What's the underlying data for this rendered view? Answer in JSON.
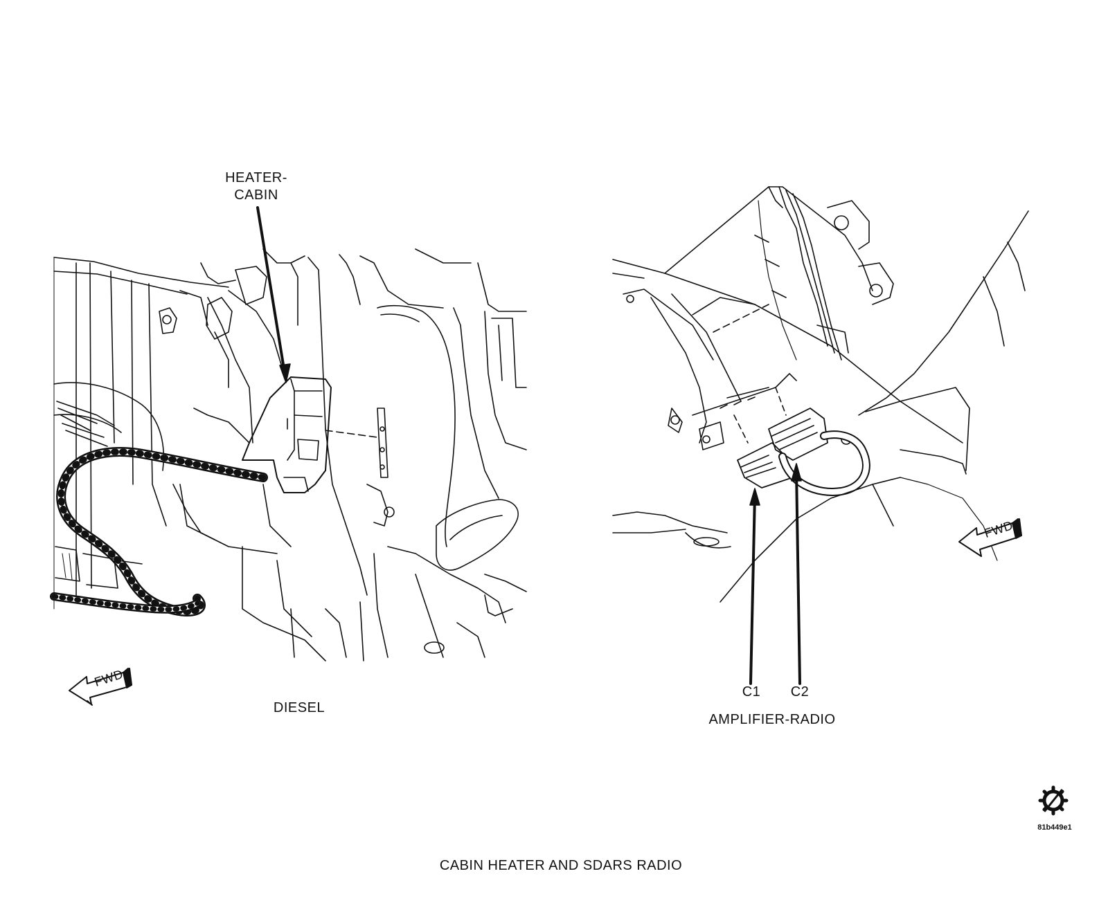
{
  "diagram": {
    "caption": "CABIN HEATER AND SDARS RADIO",
    "code": "81b449e1",
    "left_view": {
      "label": "DIESEL",
      "callout_line1": "HEATER-",
      "callout_line2": "CABIN",
      "fwd": "FWD"
    },
    "right_view": {
      "label": "AMPLIFIER-RADIO",
      "connector_1": "C1",
      "connector_2": "C2",
      "fwd": "FWD"
    },
    "icons": [
      "fwd-arrow-icon",
      "gear-icon"
    ]
  }
}
